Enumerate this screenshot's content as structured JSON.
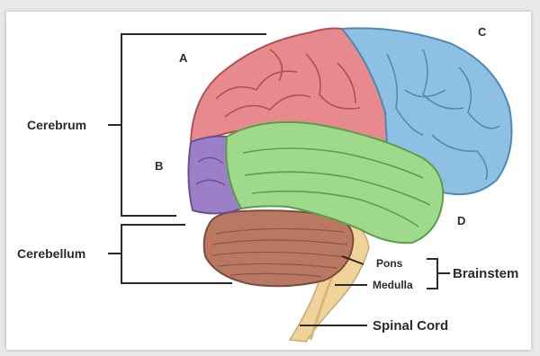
{
  "labels": {
    "a": "A",
    "b": "B",
    "c": "C",
    "d": "D",
    "cerebrum": "Cerebrum",
    "cerebellum": "Cerebellum",
    "pons": "Pons",
    "medulla": "Medulla",
    "brainstem": "Brainstem",
    "spinal_cord": "Spinal Cord"
  },
  "colors": {
    "frontal": "#e78a8d",
    "parietal": "#8ec0e4",
    "temporal": "#9ed98c",
    "occipital": "#9b7fc7",
    "cerebellum": "#b97862",
    "brainstem": "#efd39b",
    "leader_line": "#2b2b2b"
  }
}
